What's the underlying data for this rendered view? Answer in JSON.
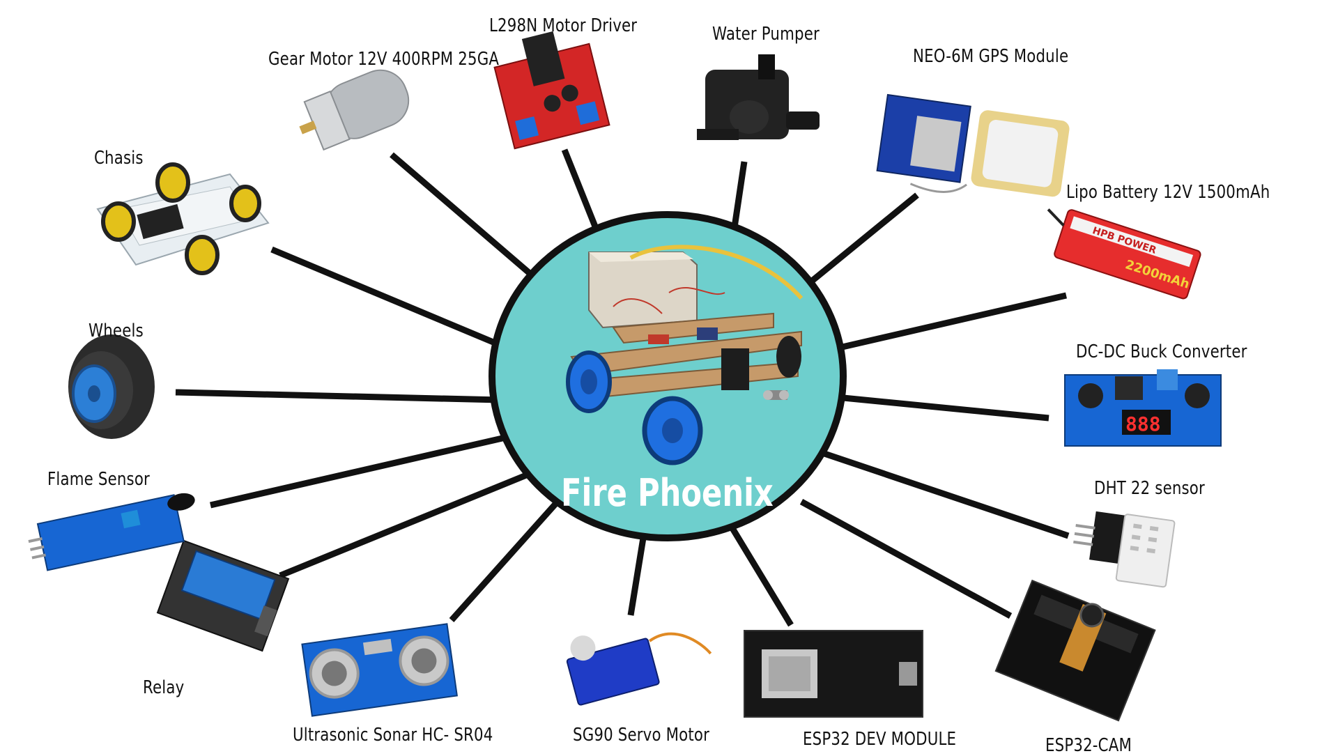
{
  "center": {
    "title": "Fire Phoenix",
    "color": "#6ecfcd"
  },
  "components": [
    {
      "id": "chasis",
      "label": "Chasis"
    },
    {
      "id": "gear-motor",
      "label": "Gear Motor 12V 400RPM 25GA"
    },
    {
      "id": "l298n",
      "label": "L298N Motor Driver"
    },
    {
      "id": "water-pumper",
      "label": "Water Pumper"
    },
    {
      "id": "gps",
      "label": "NEO-6M GPS Module"
    },
    {
      "id": "lipo",
      "label": "Lipo Battery 12V 1500mAh"
    },
    {
      "id": "buck",
      "label": "DC-DC Buck Converter"
    },
    {
      "id": "dht22",
      "label": "DHT 22 sensor"
    },
    {
      "id": "esp32-cam",
      "label": "ESP32-CAM"
    },
    {
      "id": "esp32-dev",
      "label": "ESP32 DEV MODULE"
    },
    {
      "id": "servo",
      "label": "SG90 Servo Motor"
    },
    {
      "id": "ultrasonic",
      "label": "Ultrasonic Sonar HC- SR04"
    },
    {
      "id": "relay",
      "label": "Relay"
    },
    {
      "id": "flame",
      "label": "Flame Sensor"
    },
    {
      "id": "wheels",
      "label": "Wheels"
    }
  ],
  "battery_print": {
    "brand": "HPB POWER",
    "capacity": "2200mAh"
  },
  "buck_display": "888"
}
